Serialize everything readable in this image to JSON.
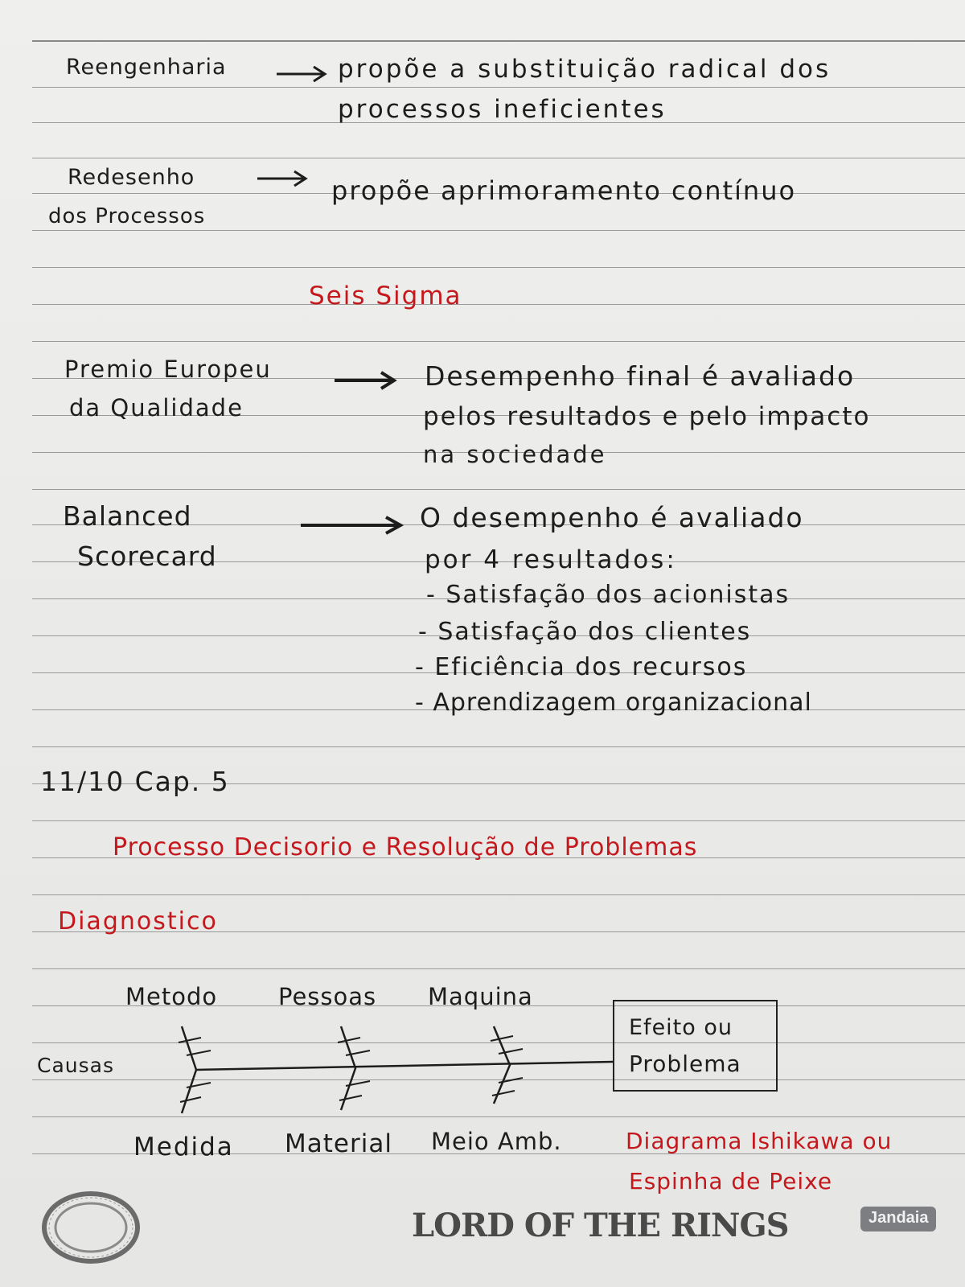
{
  "page": {
    "reengenharia": {
      "term": "Reengenharia",
      "definition_line1": "propõe a substituição radical dos",
      "definition_line2": "processos ineficientes"
    },
    "redesenho": {
      "term_line1": "Redesenho",
      "term_line2": "dos Processos",
      "definition": "propõe aprimoramento contínuo"
    },
    "seis_sigma": "Seis Sigma",
    "premio": {
      "term_line1": "Premio Europeu",
      "term_line2": "da Qualidade",
      "definition_line1": "Desempenho final é avaliado",
      "definition_line2": "pelos resultados e pelo impacto",
      "definition_line3": "na sociedade"
    },
    "balanced": {
      "term_line1": "Balanced",
      "term_line2": "Scorecard",
      "definition_line1": "O desempenho é avaliado",
      "definition_line2": "por 4 resultados:",
      "items": [
        "- Satisfação dos acionistas",
        "- Satisfação dos clientes",
        "- Eficiência dos recursos",
        "- Aprendizagem organizacional"
      ]
    },
    "chapter": "11/10 Cap. 5",
    "section_title": "Processo Decisorio e Resolução de Problemas",
    "diagnostico": "Diagnostico",
    "diagram": {
      "top_labels": [
        "Metodo",
        "Pessoas",
        "Maquina"
      ],
      "bottom_labels": [
        "Medida",
        "Material",
        "Meio Amb."
      ],
      "causes_label": "Causas",
      "effect_line1": "Efeito ou",
      "effect_line2": "Problema",
      "caption_line1": "Diagrama Ishikawa ou",
      "caption_line2": "Espinha de Peixe"
    }
  },
  "notebook": {
    "brand": "LORD OF THE RINGS",
    "maker": "Jandaia"
  },
  "colors": {
    "ink": "#1d1d1d",
    "red_ink": "#c4181d",
    "paper": "#ebebe9",
    "rule": "#7d7d80"
  }
}
